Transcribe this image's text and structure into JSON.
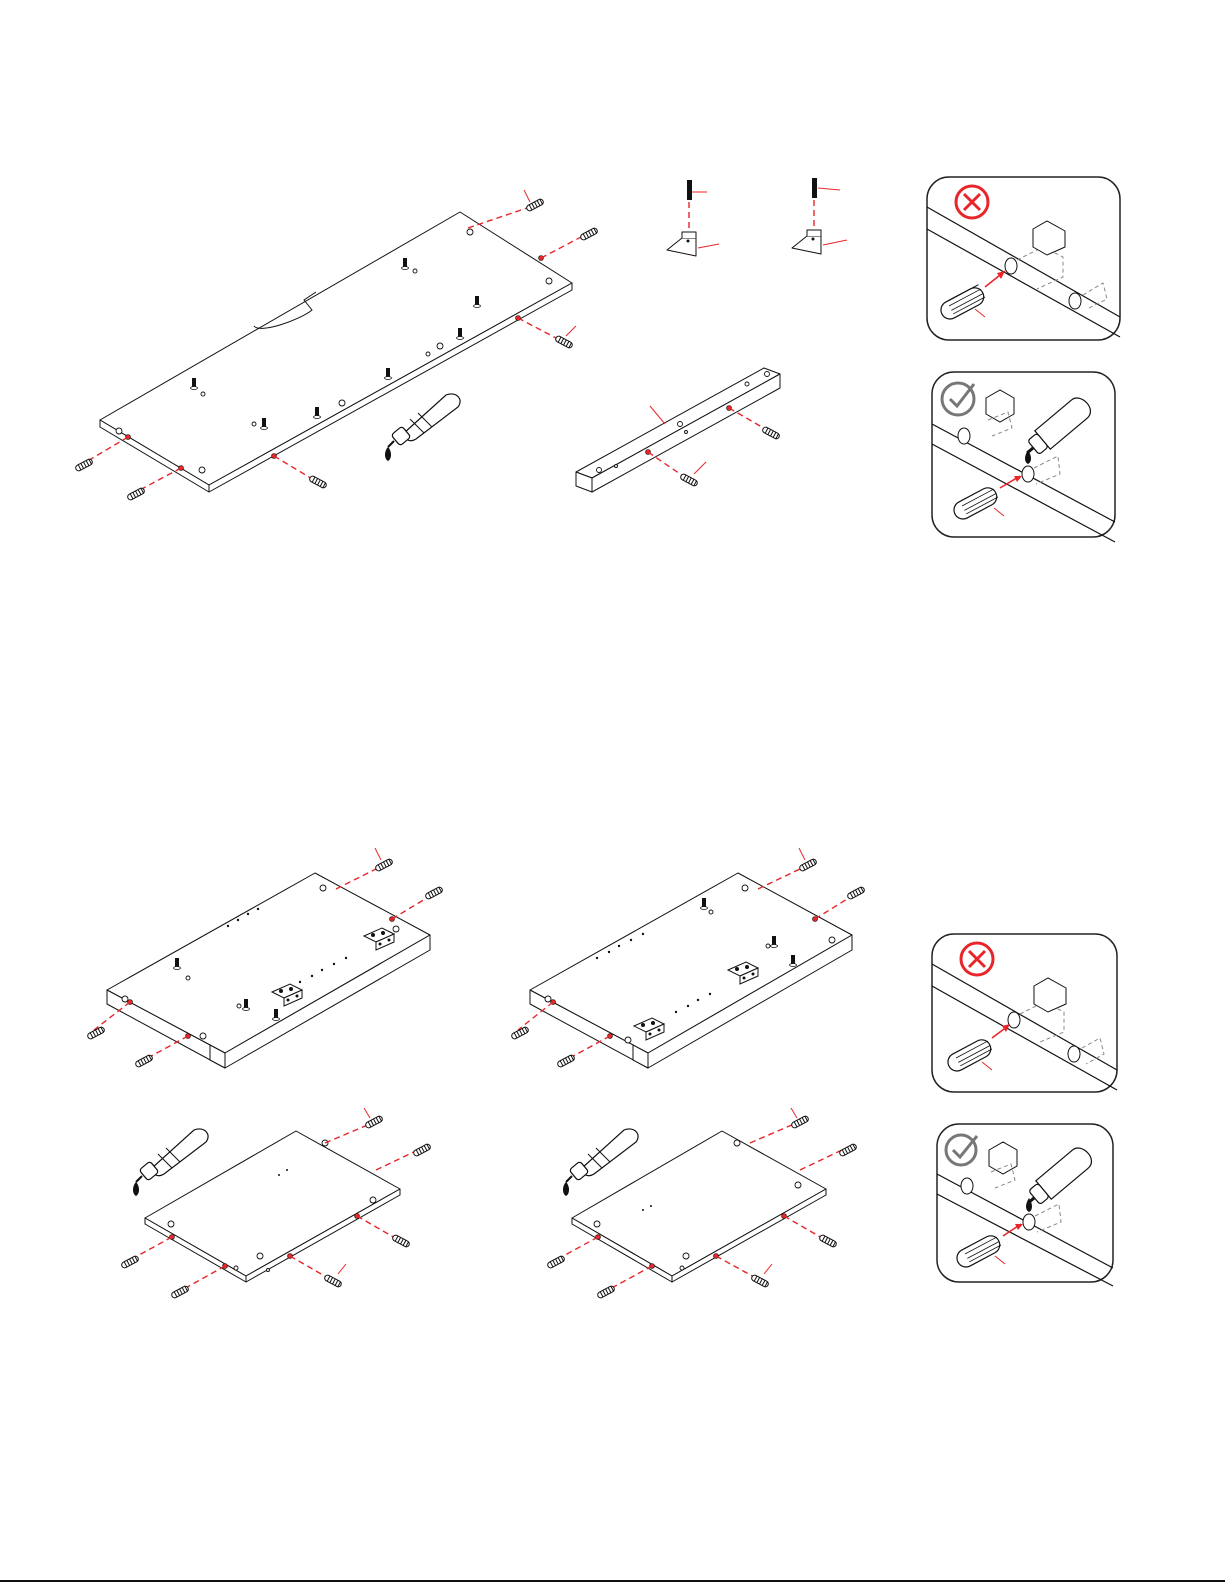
{
  "colors": {
    "line": "#111111",
    "accent_red": "#e8262a",
    "ghost_grey": "#888888",
    "check_grey": "#777777"
  },
  "icons": [
    "dowel-icon",
    "glue-bottle-icon",
    "cross-mark-icon",
    "check-mark-icon",
    "hinge-icon",
    "bracket-icon",
    "wood-screw-icon"
  ],
  "panels": [
    {
      "id": "wrong-1",
      "verdict": "incorrect",
      "icon": "cross-mark-icon"
    },
    {
      "id": "right-1",
      "verdict": "correct",
      "icon": "check-mark-icon"
    },
    {
      "id": "wrong-2",
      "verdict": "incorrect",
      "icon": "cross-mark-icon"
    },
    {
      "id": "right-2",
      "verdict": "correct",
      "icon": "check-mark-icon"
    }
  ]
}
